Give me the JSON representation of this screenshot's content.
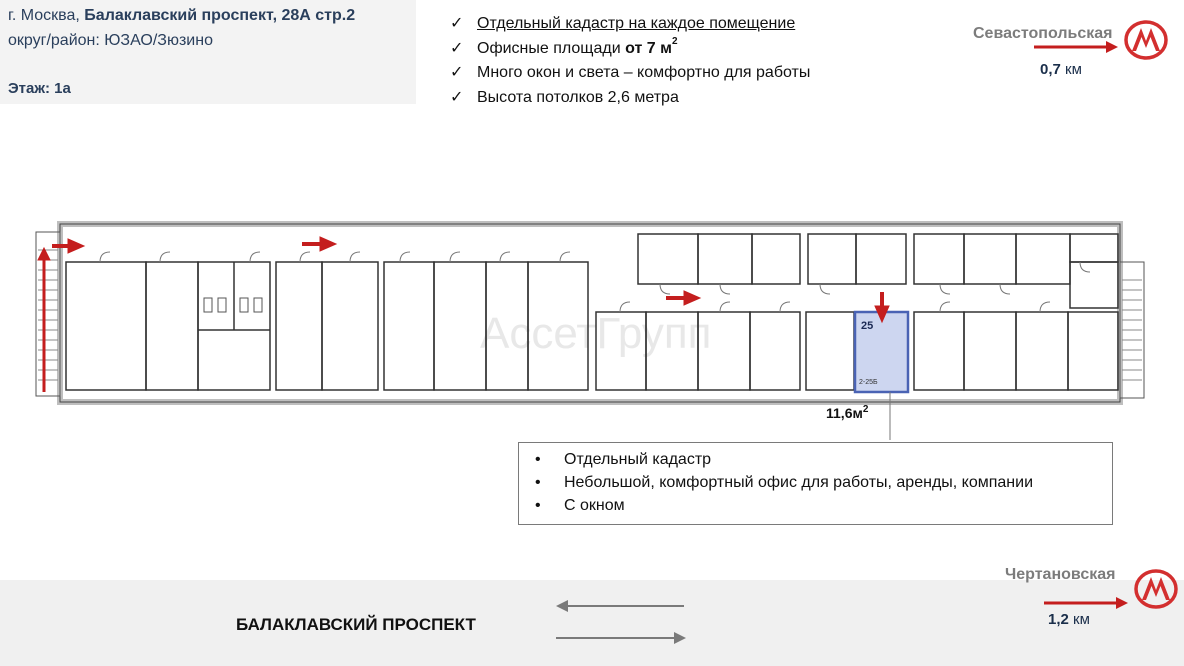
{
  "address": {
    "city_prefix": "г. Москва, ",
    "street": "Балаклавский проспект, 28А стр.2",
    "district": "округ/район: ЮЗАО/Зюзино",
    "floor": "Этаж: 1а"
  },
  "features": [
    {
      "mark": "✓",
      "parts": [
        {
          "text": "Отдельный кадастр на каждое помещение",
          "underline": true
        }
      ]
    },
    {
      "mark": "✓",
      "parts": [
        {
          "text": "Офисные площади "
        },
        {
          "text": "от 7 м",
          "bold": true
        },
        {
          "text": "2",
          "sup": true,
          "bold": true
        }
      ]
    },
    {
      "mark": "✓",
      "parts": [
        {
          "text": "Много окон и света – комфортно для работы"
        }
      ]
    },
    {
      "mark": "✓",
      "parts": [
        {
          "text": "Высота потолков 2,6 метра"
        }
      ]
    }
  ],
  "metro": [
    {
      "name": "Севастопольская",
      "distance_value": "0,7",
      "distance_unit": " км"
    },
    {
      "name": "Чертановская",
      "distance_value": "1,2",
      "distance_unit": " км"
    }
  ],
  "plan": {
    "watermark": "АссетГрупп",
    "room_number": "25",
    "room_code": "2-25Б",
    "area_value": "11,6м",
    "area_sup": "2",
    "highlight_color": "#4a63b4",
    "highlight_fill": "#cdd6f0",
    "arrow_color": "#c41e1e"
  },
  "info": {
    "bullet": "•",
    "items": [
      "Отдельный кадастр",
      "Небольшой, комфортный офис для работы, аренды, компании",
      "С окном"
    ]
  },
  "street": {
    "name": "БАЛАКЛАВСКИЙ ПРОСПЕКТ"
  },
  "colors": {
    "metro_red": "#d32f2f",
    "arrow_red": "#c41e1e",
    "address_text": "#2a3f5c",
    "street_band": "#f0f0f0"
  }
}
